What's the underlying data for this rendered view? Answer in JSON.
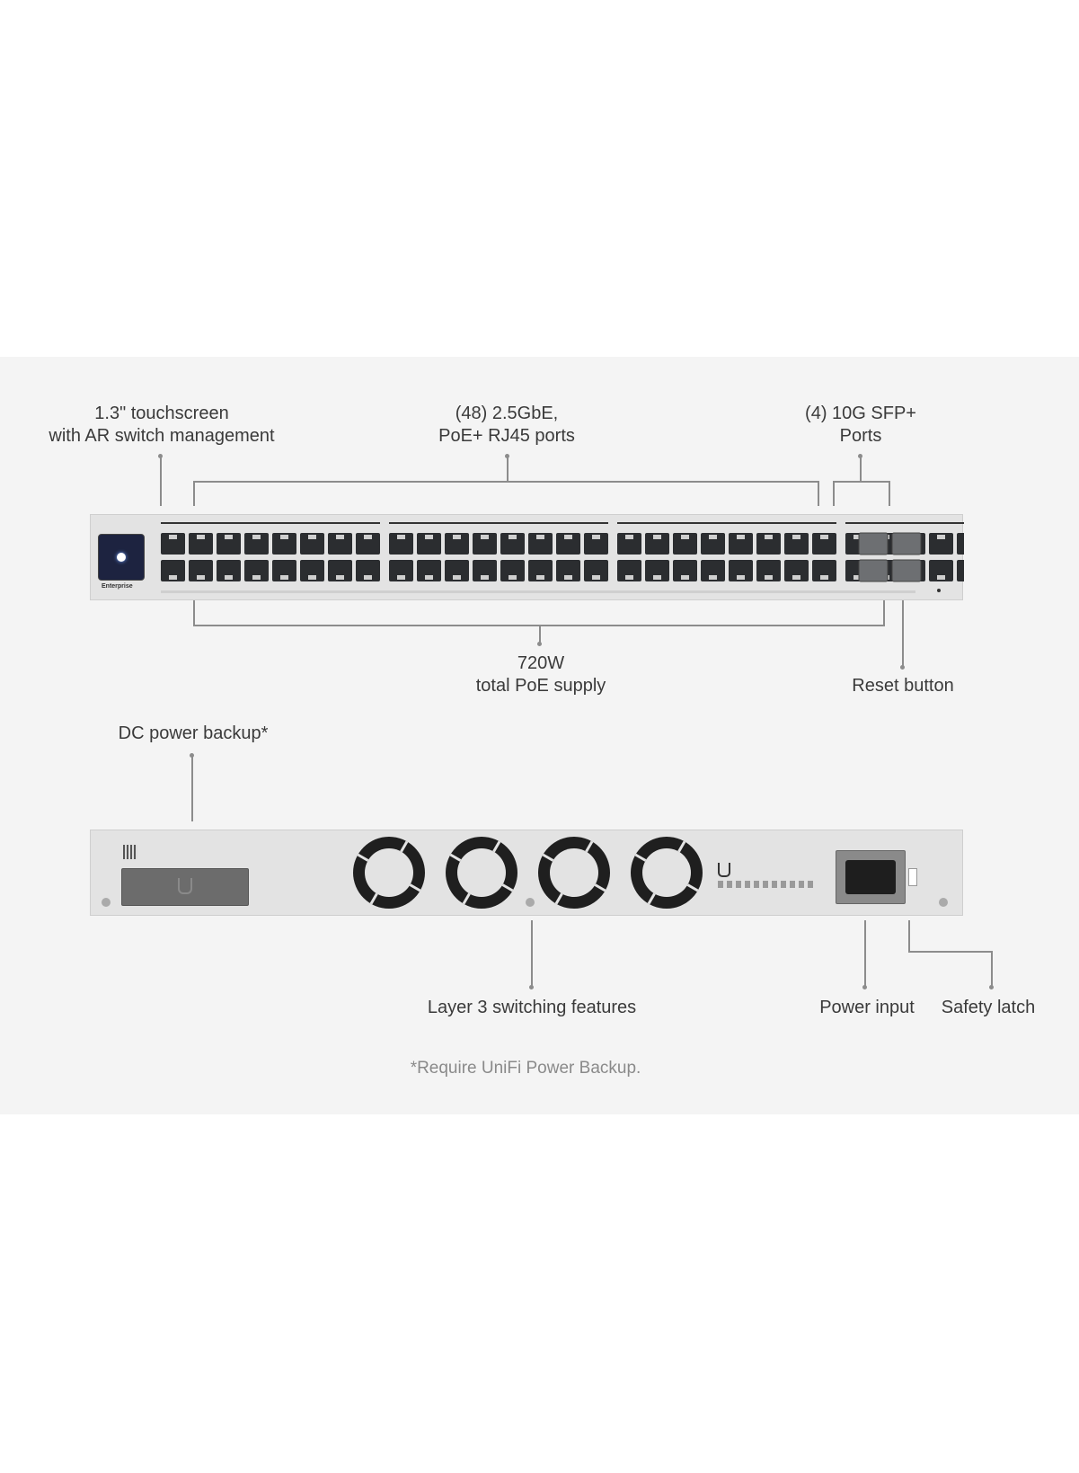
{
  "labels": {
    "touchscreen": [
      "1.3\" touchscreen",
      "with AR switch management"
    ],
    "rj45": [
      "(48) 2.5GbE,",
      "PoE+ RJ45 ports"
    ],
    "sfp": [
      "(4) 10G SFP+",
      "Ports"
    ],
    "poe_supply": [
      "720W",
      "total PoE supply"
    ],
    "reset": "Reset button",
    "dc_backup": "DC power backup*",
    "layer3": "Layer 3 switching features",
    "power_input": "Power input",
    "safety_latch": "Safety latch",
    "footnote": "*Require UniFi Power Backup."
  },
  "front_panel": {
    "brand_label": "Enterprise",
    "rj45_port_count": 48,
    "sfp_port_count": 4,
    "port_groups": 4,
    "ports_per_group_row": 8
  },
  "rear_panel": {
    "fan_count": 4
  },
  "colors": {
    "panel_bg": "#f4f4f4",
    "chassis": "#e3e3e3",
    "port": "#2b2d30",
    "leader_line": "#8c8c8c",
    "label_text": "#3a3a3a",
    "footnote_text": "#8a8a8a"
  }
}
